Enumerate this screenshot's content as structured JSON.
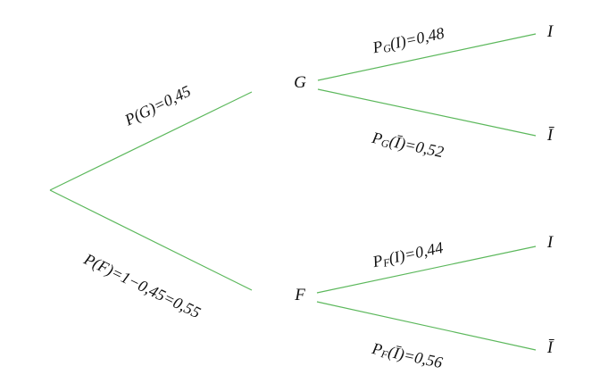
{
  "line_color": "#5cb85c",
  "nodes": {
    "G": "G",
    "F": "F",
    "leaf_GI": "I",
    "leaf_GIbar": "Ī",
    "leaf_FI": "I",
    "leaf_FIbar": "Ī"
  },
  "labels": {
    "PG": {
      "text": "P(G)=0,45"
    },
    "PF": {
      "text": "P(F)=1−0,45=0,55"
    },
    "PG_I": {
      "p": "P",
      "sub": "G",
      "rest": "(I)=0,48"
    },
    "PG_Ibar": {
      "p": "P",
      "sub": "G",
      "rest": "(Ī)=0,52"
    },
    "PF_I": {
      "p": "P",
      "sub": "F",
      "rest": "(I)=0,44"
    },
    "PF_Ibar": {
      "p": "P",
      "sub": "F",
      "rest": "(Ī)=0,56"
    }
  }
}
